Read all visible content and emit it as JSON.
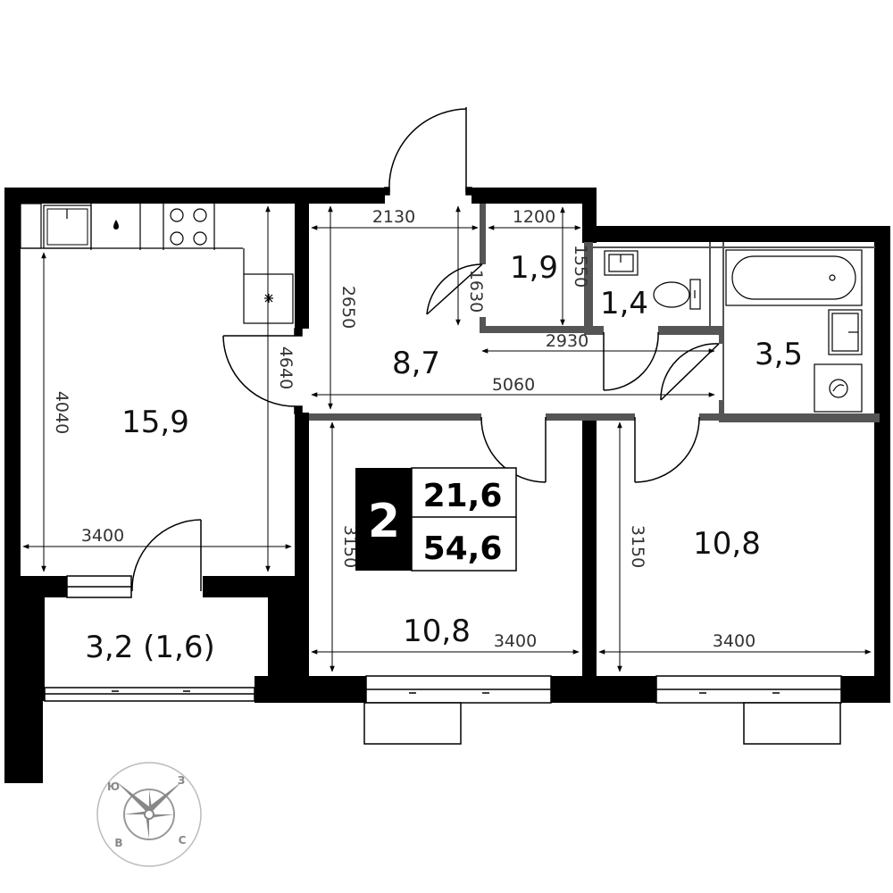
{
  "rooms": {
    "kitchen": "15,9",
    "hall": "8,7",
    "closet": "1,9",
    "wc": "1,4",
    "bath": "3,5",
    "bedroom_left": "10,8",
    "bedroom_right": "10,8",
    "balcony": "3,2 (1,6)"
  },
  "dimensions": {
    "hall_width": "2130",
    "closet_width": "1200",
    "closet_height": "1550",
    "hall_door_gap": "1630",
    "hall_height": "2650",
    "kitchen_depth": "4640",
    "kitchen_height": "4040",
    "wc_width": "2930",
    "hall_length": "5060",
    "kitchen_width": "3400",
    "left_room_height": "3150",
    "left_room_width": "3400",
    "right_room_height": "3150",
    "right_room_width": "3400"
  },
  "badge": {
    "rooms_count": "2",
    "living_area": "21,6",
    "total_area": "54,6"
  },
  "compass": {
    "north": "З",
    "west": "Ю",
    "south": "В",
    "east": "С"
  },
  "colors": {
    "wall": "#000000",
    "partition": "#555555",
    "line": "#000000"
  }
}
